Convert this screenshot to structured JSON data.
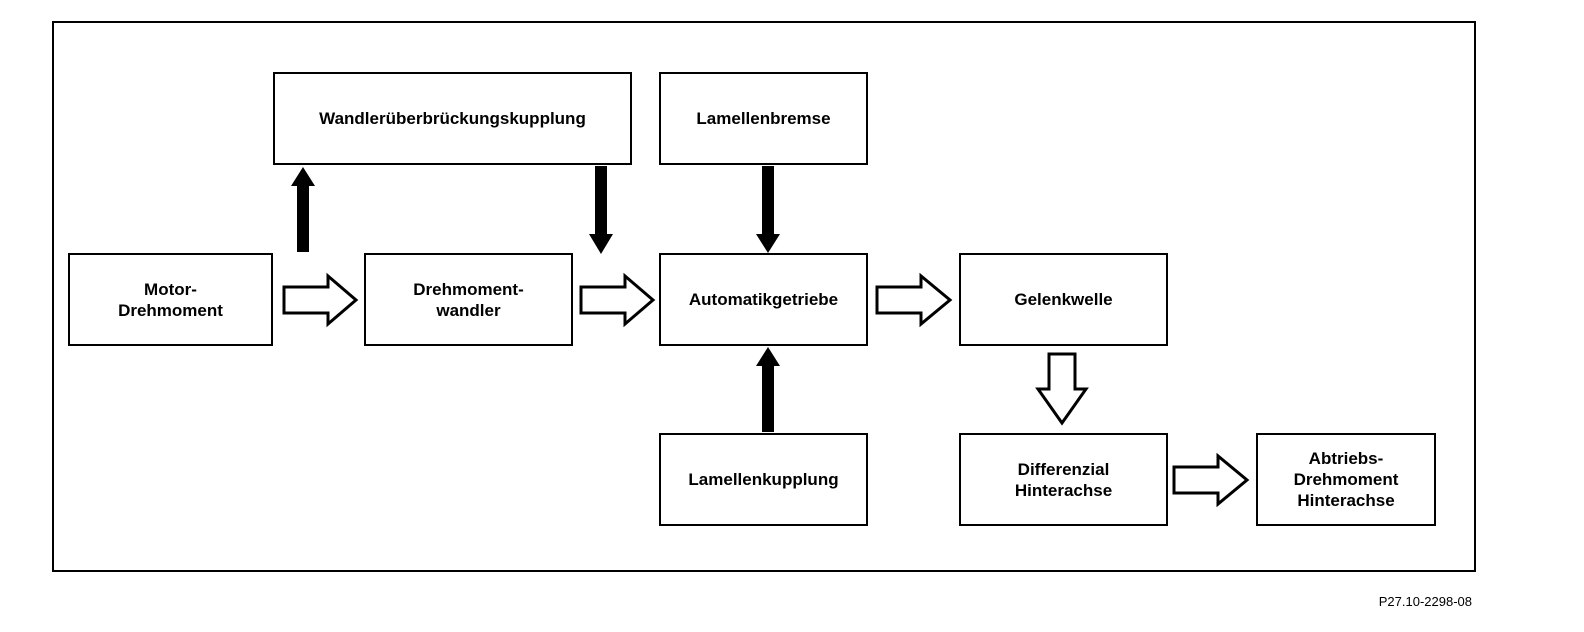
{
  "diagram": {
    "boxes": {
      "motor": "Motor-\nDrehmoment",
      "wandler": "Drehmoment-\nwandler",
      "wuk": "Wandlerüberbrückungskupplung",
      "lamellenbremse": "Lamellenbremse",
      "getriebe": "Automatikgetriebe",
      "lamellenkupplung": "Lamellenkupplung",
      "gelenkwelle": "Gelenkwelle",
      "differenzial": "Differenzial\nHinterachse",
      "abtrieb": "Abtriebs-\nDrehmoment\nHinterachse"
    },
    "reference": "P27.10-2298-08"
  }
}
